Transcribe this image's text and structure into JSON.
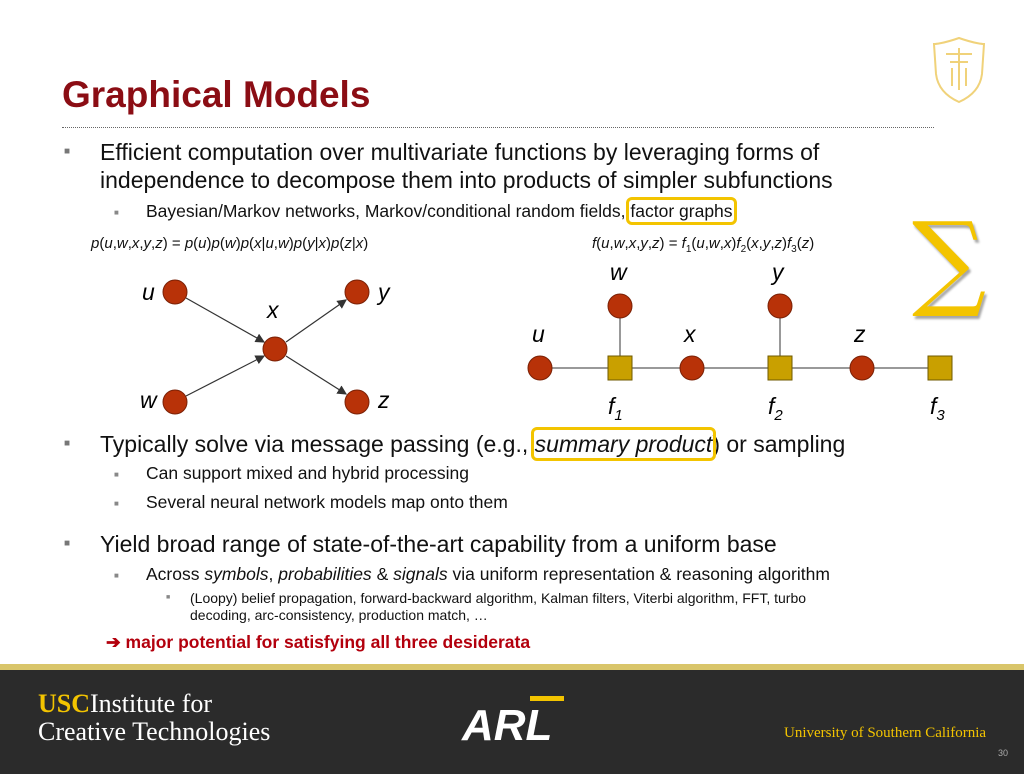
{
  "slide": {
    "title": "Graphical Models",
    "page_number": "30",
    "bullets": [
      {
        "line1": "Efficient computation over multivariate functions by leveraging forms of",
        "line2": "independence to decompose them into products of simpler subfunctions"
      },
      {
        "text": "Bayesian/Markov networks, Markov/conditional random fields,",
        "highlight": "factor graphs"
      },
      {
        "text_before": "Typically solve via message passing (e.g.,",
        "highlight": "summary product",
        "text_after": ") or sampling"
      },
      {
        "text": "Can support mixed and hybrid processing"
      },
      {
        "text": "Several neural network models map onto them"
      },
      {
        "text": "Yield broad range of state-of-the-art capability from a uniform base"
      },
      {
        "p1": "Across",
        "w1": "symbols",
        "p2": ",",
        "w2": "probabilities",
        "p3": "&",
        "w3": "signals",
        "p4": "via uniform representation & reasoning algorithm"
      },
      {
        "line1": "(Loopy) belief propagation, forward-backward algorithm, Kalman filters, Viterbi algorithm, FFT, turbo",
        "line2": "decoding, arc-consistency, production match, …"
      }
    ],
    "conclusion": "major potential for satisfying all three desiderata",
    "sigma": "∑"
  },
  "diagram_left": {
    "formula": "p(u,w,x,y,z) = p(u)p(w)p(x|u,w)p(y|x)p(z|x)",
    "node_labels": {
      "u": "u",
      "w": "w",
      "x": "x",
      "y": "y",
      "z": "z"
    },
    "node_color": "#b83208"
  },
  "diagram_right": {
    "formula": "f(u,w,x,y,z) = f1(u,w,x)f2(x,y,z)f3(z)",
    "variable_labels": {
      "u": "u",
      "x": "x",
      "z": "z",
      "w": "w",
      "y": "y"
    },
    "factor_labels": {
      "f1": "f",
      "s1": "1",
      "f2": "f",
      "s2": "2",
      "f3": "f",
      "s3": "3"
    },
    "factor_color": "#c9a000"
  },
  "footer": {
    "left_logo_usc": "USC",
    "left_logo_line1": "Institute for",
    "left_logo_line2": "Creative Technologies",
    "center_logo": "ARL",
    "right_text": "University of Southern California",
    "bar_color": "#2b2b2b",
    "accent_color": "#d9c56a"
  },
  "colors": {
    "title": "#8b0d14",
    "highlight": "#f3c400",
    "conclusion": "#b3000d"
  }
}
